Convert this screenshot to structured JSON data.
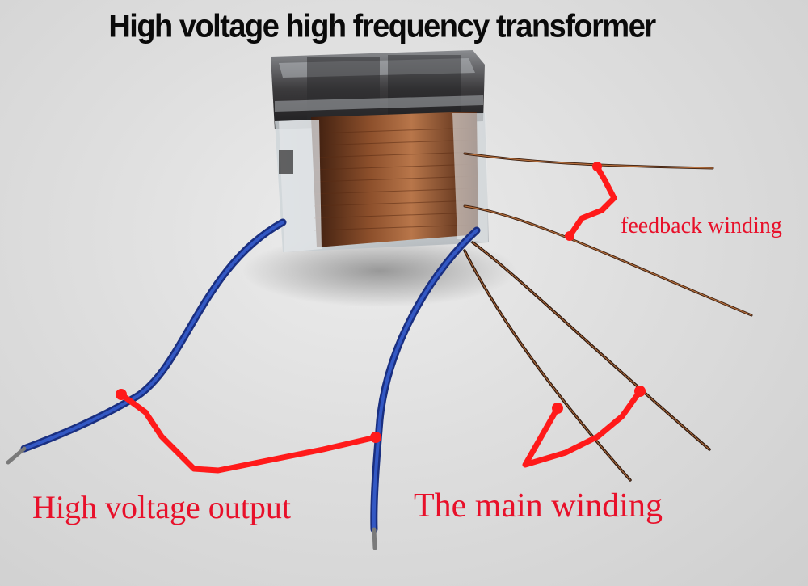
{
  "title": "High voltage high frequency transformer",
  "labels": {
    "feedback": "feedback winding",
    "hv_output": "High voltage output",
    "main": "The main winding"
  },
  "colors": {
    "annotation": "#ff1a1a",
    "blue_wire": "#2244a8",
    "copper": "#8a4a22"
  }
}
